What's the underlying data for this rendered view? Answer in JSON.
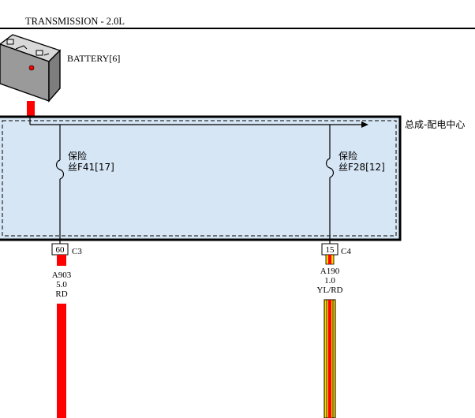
{
  "header": {
    "title": "TRANSMISSION - 2.0L"
  },
  "battery": {
    "label": "BATTERY[6]"
  },
  "distribution_center": {
    "label": "总成-配电中心"
  },
  "fuses": [
    {
      "line1": "保险",
      "line2": "丝F41[17]"
    },
    {
      "line1": "保险",
      "line2": "丝F28[12]"
    }
  ],
  "connectors": [
    {
      "pin": "60",
      "name": "C3"
    },
    {
      "pin": "15",
      "name": "C4"
    }
  ],
  "wires": [
    {
      "circuit": "A903",
      "gauge": "5.0",
      "color_code": "RD",
      "colors": [
        "#ff0000"
      ]
    },
    {
      "circuit": "A190",
      "gauge": "1.0",
      "color_code": "YL/RD",
      "colors": [
        "#ffd400",
        "#ff0000"
      ]
    }
  ],
  "palette": {
    "box_fill": "#d6e6f5",
    "wire_red": "#ff0000",
    "wire_yellow": "#ffd400"
  }
}
